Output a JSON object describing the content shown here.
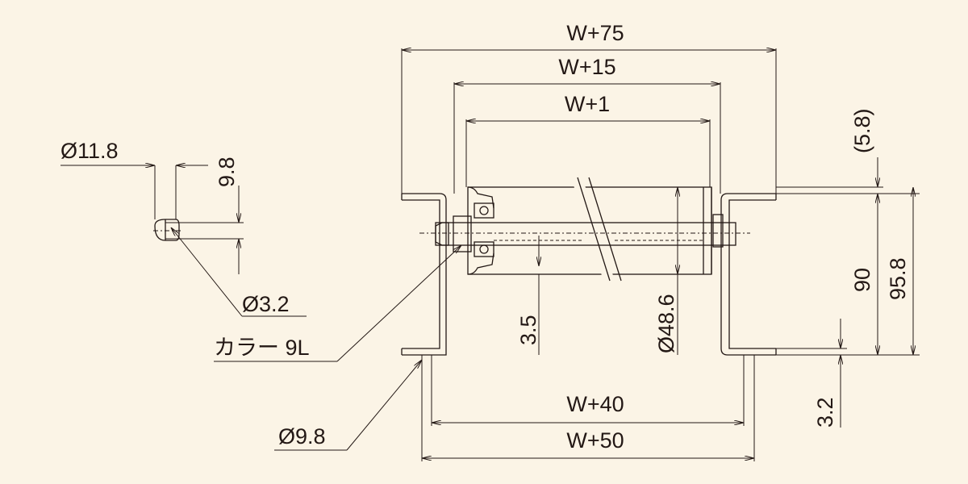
{
  "dimensions": {
    "w75": "W+75",
    "w15": "W+15",
    "w1": "W+1",
    "w40": "W+40",
    "w50": "W+50",
    "d11_8": "Ø11.8",
    "h9_8": "9.8",
    "d3_2": "Ø3.2",
    "collar": "カラー 9L",
    "d9_8": "Ø9.8",
    "h3_5": "3.5",
    "d48_6": "Ø48.6",
    "h5_8": "(5.8)",
    "h90": "90",
    "h95_8": "95.8",
    "h3_2": "3.2"
  },
  "colors": {
    "background": "#fbf4e6",
    "line": "#231815"
  }
}
